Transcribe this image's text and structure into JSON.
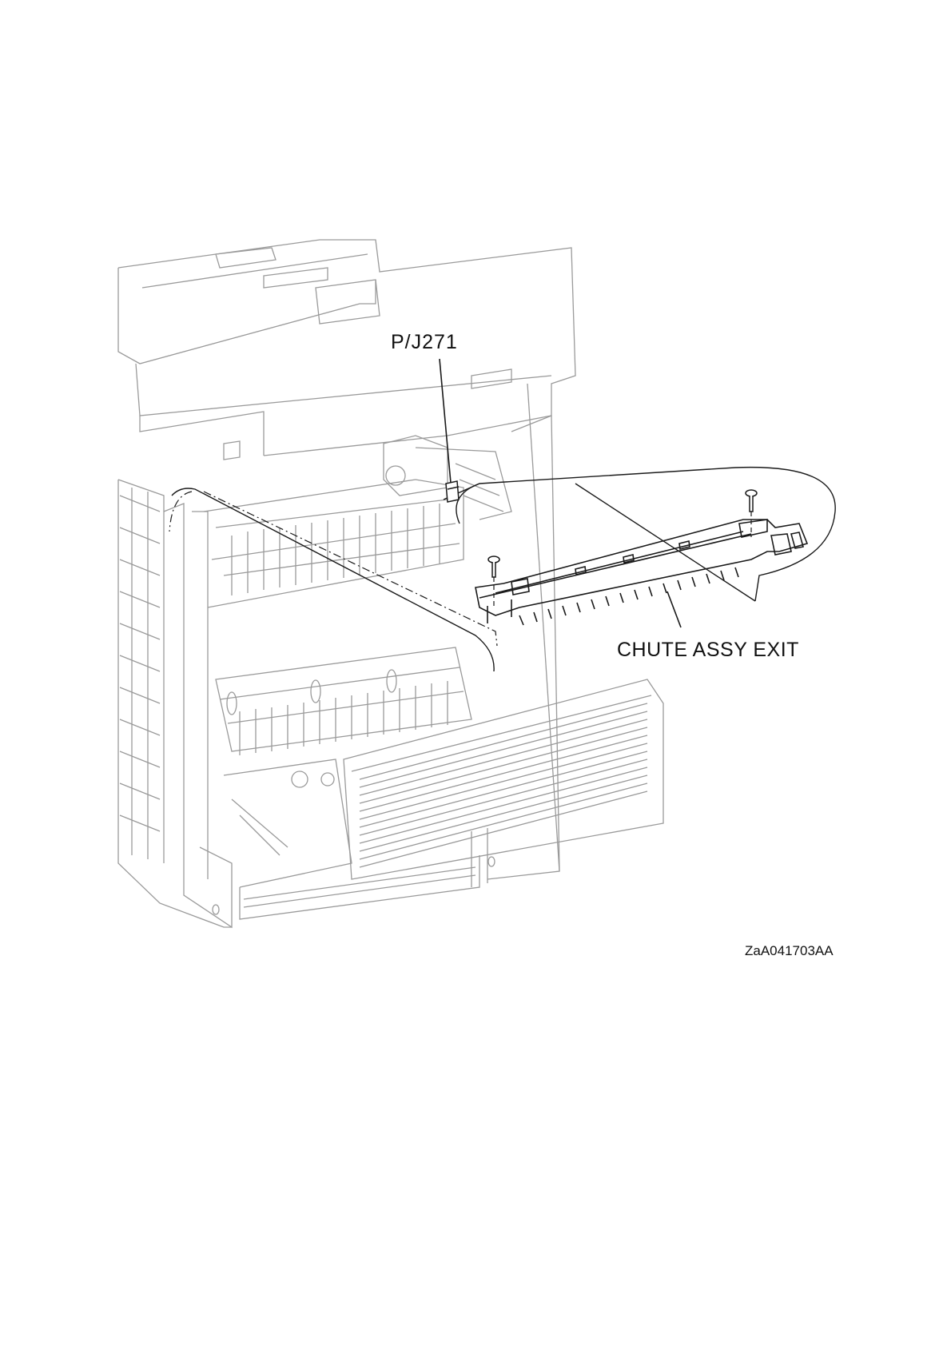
{
  "figure": {
    "callouts": {
      "connector": "P/J271",
      "part": "CHUTE ASSY EXIT"
    },
    "figure_code": "ZaA041703AA",
    "colors": {
      "line": "#1a1a1a",
      "light_line": "#9a9a9a"
    }
  }
}
